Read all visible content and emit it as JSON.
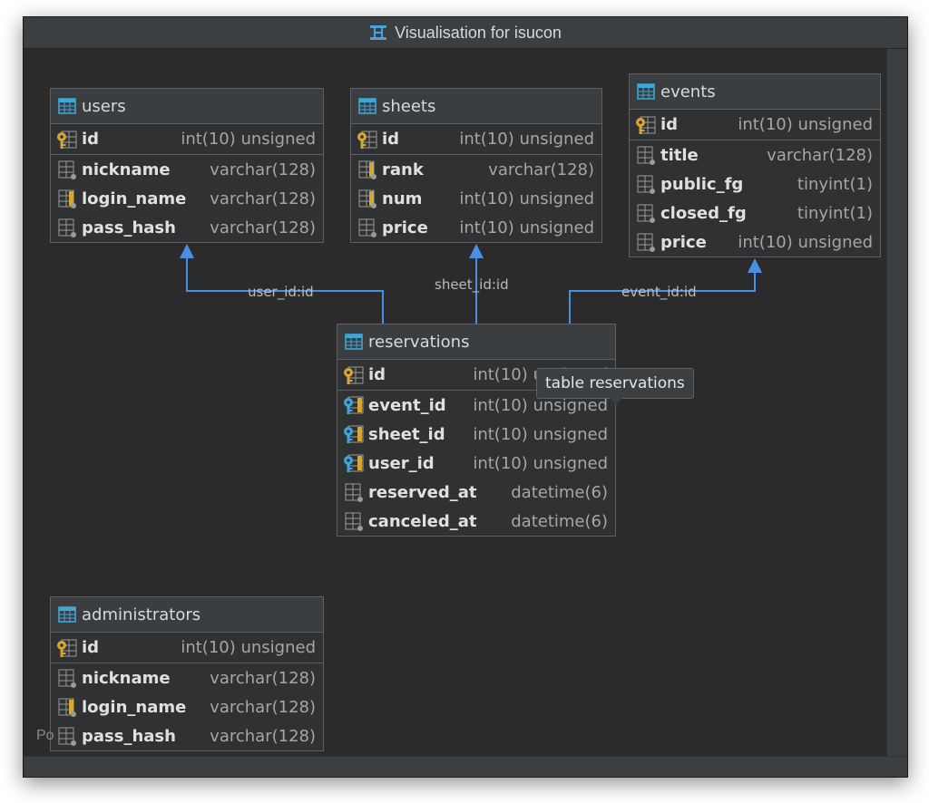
{
  "window": {
    "title": "Visualisation for isucon",
    "footer_stub": "Po"
  },
  "tooltip": "table reservations",
  "relations": [
    {
      "label": "user_id:id"
    },
    {
      "label": "sheet_id:id"
    },
    {
      "label": "event_id:id"
    }
  ],
  "tables": {
    "users": {
      "name": "users",
      "columns": [
        {
          "name": "id",
          "type": "int(10) unsigned",
          "icon": "primary-key-icon"
        },
        {
          "name": "nickname",
          "type": "varchar(128)",
          "icon": "column-icon"
        },
        {
          "name": "login_name",
          "type": "varchar(128)",
          "icon": "unique-column-icon"
        },
        {
          "name": "pass_hash",
          "type": "varchar(128)",
          "icon": "column-icon"
        }
      ]
    },
    "sheets": {
      "name": "sheets",
      "columns": [
        {
          "name": "id",
          "type": "int(10) unsigned",
          "icon": "primary-key-icon"
        },
        {
          "name": "rank",
          "type": "varchar(128)",
          "icon": "unique-column-icon"
        },
        {
          "name": "num",
          "type": "int(10) unsigned",
          "icon": "unique-column-icon"
        },
        {
          "name": "price",
          "type": "int(10) unsigned",
          "icon": "column-icon"
        }
      ]
    },
    "events": {
      "name": "events",
      "columns": [
        {
          "name": "id",
          "type": "int(10) unsigned",
          "icon": "primary-key-icon"
        },
        {
          "name": "title",
          "type": "varchar(128)",
          "icon": "column-icon"
        },
        {
          "name": "public_fg",
          "type": "tinyint(1)",
          "icon": "column-icon"
        },
        {
          "name": "closed_fg",
          "type": "tinyint(1)",
          "icon": "column-icon"
        },
        {
          "name": "price",
          "type": "int(10) unsigned",
          "icon": "column-icon"
        }
      ]
    },
    "reservations": {
      "name": "reservations",
      "columns": [
        {
          "name": "id",
          "type": "int(10) unsigned",
          "icon": "primary-key-icon"
        },
        {
          "name": "event_id",
          "type": "int(10) unsigned",
          "icon": "foreign-key-icon"
        },
        {
          "name": "sheet_id",
          "type": "int(10) unsigned",
          "icon": "foreign-key-icon"
        },
        {
          "name": "user_id",
          "type": "int(10) unsigned",
          "icon": "foreign-key-icon"
        },
        {
          "name": "reserved_at",
          "type": "datetime(6)",
          "icon": "column-icon"
        },
        {
          "name": "canceled_at",
          "type": "datetime(6)",
          "icon": "column-icon"
        }
      ]
    },
    "administrators": {
      "name": "administrators",
      "columns": [
        {
          "name": "id",
          "type": "int(10) unsigned",
          "icon": "primary-key-icon"
        },
        {
          "name": "nickname",
          "type": "varchar(128)",
          "icon": "column-icon"
        },
        {
          "name": "login_name",
          "type": "varchar(128)",
          "icon": "unique-column-icon"
        },
        {
          "name": "pass_hash",
          "type": "varchar(128)",
          "icon": "column-icon"
        }
      ]
    }
  },
  "colors": {
    "background": "#2b2b2b",
    "link": "#4a8fe7",
    "table_icon": "#40a6d4",
    "key_gold": "#d6a735",
    "key_blue": "#41a7d8"
  }
}
